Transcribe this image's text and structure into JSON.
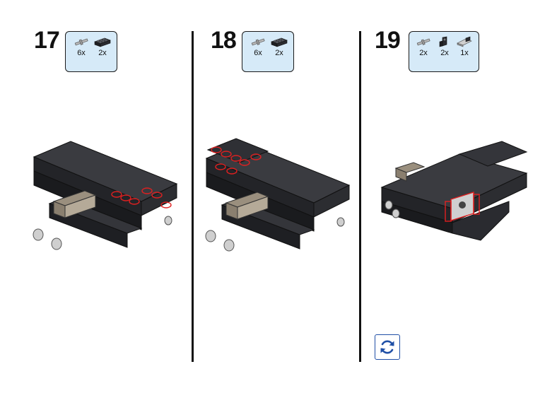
{
  "steps": [
    {
      "number": "17",
      "parts": [
        {
          "qty": "6x",
          "icon": "pin-icon"
        },
        {
          "qty": "2x",
          "icon": "brick-2x4-icon"
        }
      ]
    },
    {
      "number": "18",
      "parts": [
        {
          "qty": "6x",
          "icon": "pin-icon"
        },
        {
          "qty": "2x",
          "icon": "brick-2x4-icon"
        }
      ]
    },
    {
      "number": "19",
      "parts": [
        {
          "qty": "2x",
          "icon": "pin-icon"
        },
        {
          "qty": "2x",
          "icon": "angle-connector-icon"
        },
        {
          "qty": "1x",
          "icon": "beam-icon"
        }
      ]
    }
  ],
  "colors": {
    "brick": "#1e1f23",
    "highlight": "#e02020",
    "tan": "#9a8f7e",
    "box": "#d6eaf8",
    "accent": "#1f4fa6"
  },
  "rotate_button": {
    "icon": "rotate-icon"
  }
}
